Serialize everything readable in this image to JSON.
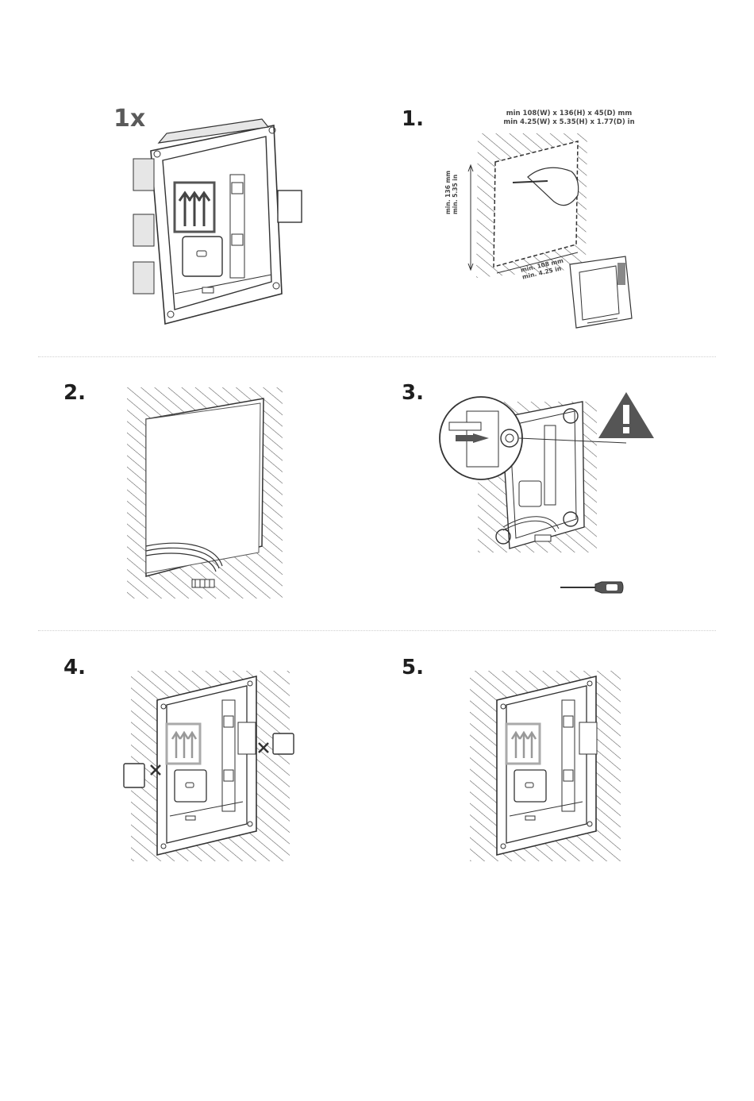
{
  "quantity_label": "1x",
  "steps": [
    {
      "label": "1."
    },
    {
      "label": "2."
    },
    {
      "label": "3."
    },
    {
      "label": "4."
    },
    {
      "label": "5."
    }
  ],
  "dimensions": {
    "metric": "min 108(W) x 136(H) x 45(D) mm",
    "imperial": "min 4.25(W) x 5.35(H) x 1.77(D) in",
    "height_mm": "min. 136 mm",
    "height_in": "min. 5.35 in",
    "width_mm": "min. 108 mm",
    "width_in": "min. 4.25 in"
  },
  "colors": {
    "line": "#333333",
    "hatch": "#4a4a4a",
    "warning": "#555555",
    "grey_part": "#bdbdbd"
  },
  "icons": [
    "warning-triangle-icon",
    "screwdriver-icon",
    "cross-icon",
    "up-arrows-icon"
  ]
}
